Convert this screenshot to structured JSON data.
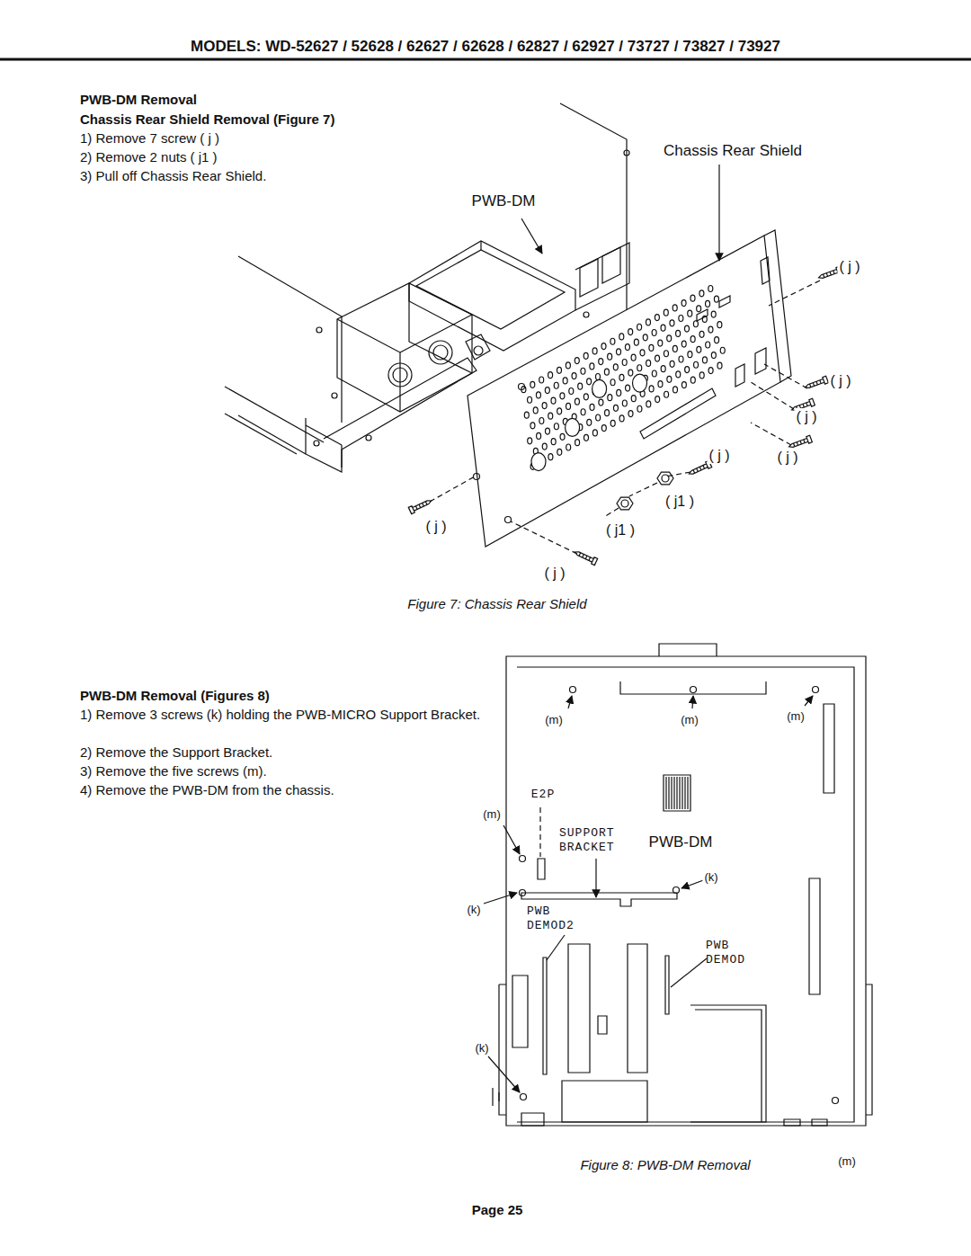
{
  "diagram": {
    "title": "MODELS: WD-52627 / 52628 / 62627 / 62628 / 62827 / 62927 / 73727 / 73827 / 73927",
    "labels": [
      "PWB-DM Removal",
      "Chassis Rear Shield Removal (Figure 7)",
      "1) Remove 7 screw ( j )",
      "2) Remove 2 nuts ( j1 )",
      "3) Pull off Chassis Rear Shield.",
      "Chassis Rear Shield",
      "PWB-DM",
      "( j )",
      "( j )",
      "( j )",
      "( j )",
      "( j )",
      "( j1 )",
      "( j )",
      "( j1 )",
      "( j )",
      "Figure 7: Chassis Rear Shield",
      "PWB-DM Removal (Figures 8)",
      "1) Remove 3 screws (k) holding the PWB-MICRO Support Bracket.",
      "2) Remove the Support Bracket.",
      "3) Remove the five screws (m).",
      "4) Remove the PWB-DM from the chassis.",
      "(m)",
      "(m)",
      "(m)",
      "E2P",
      "(m)",
      "SUPPORT BRACKET",
      "PWB-DM",
      "(k)",
      "(k)",
      "PWB DEMOD2",
      "PWB DEMOD",
      "(k)",
      "Figure 8: PWB-DM Removal",
      "(m)",
      "Page 25"
    ]
  }
}
